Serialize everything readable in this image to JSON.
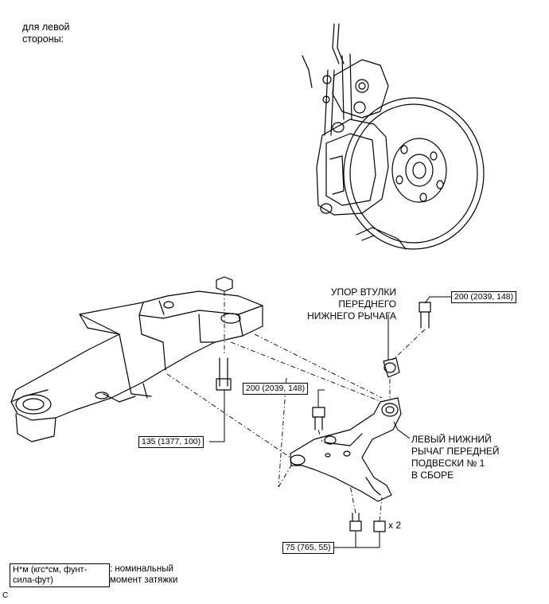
{
  "header_note": "для левой\nстороны:",
  "labels": {
    "bushing_stopper": "УПОР ВТУЛКИ\nПЕРЕДНЕГО\nНИЖНЕГО РЫЧАГА",
    "lower_arm": "ЛЕВЫЙ НИЖНИЙ\nРЫЧАГ ПЕРЕДНЕЙ\nПОДВЕСКИ № 1\nВ СБОРЕ",
    "qty": "x 2"
  },
  "torque": {
    "top_right": "200 (2039, 148)",
    "middle": "200 (2039, 148)",
    "left": "135 (1377, 100)",
    "bottom": "75 (765, 55)"
  },
  "legend": {
    "unit": "Н*м (кгс*см, фунт-\nсила-фут)",
    "desc": ": номинальный\nмомент затяжки"
  },
  "corner_mark": "C"
}
